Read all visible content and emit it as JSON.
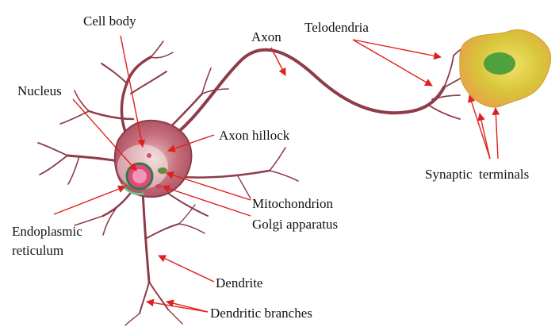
{
  "diagram": {
    "labels": {
      "cell_body": "Cell body",
      "axon": "Axon",
      "telodendria": "Telodendria",
      "nucleus": "Nucleus",
      "axon_hillock": "Axon hillock",
      "synaptic_terminals": "Synaptic  terminals",
      "mitochondrion": "Mitochondrion",
      "golgi_apparatus": "Golgi apparatus",
      "endoplasmic_line1": "Endoplasmic",
      "endoplasmic_line2": "reticulum",
      "dendrite": "Dendrite",
      "dendritic_branches": "Dendritic branches"
    },
    "colors": {
      "leader_line": "#e0201c",
      "neuron_membrane": "#8e3b4a",
      "cell_body_fill": "#c8707c",
      "nucleus_fill": "#e04a78",
      "green_tint": "#6fc08a",
      "target_cell": "#d8c43a",
      "target_nucleus": "#3f9a3a"
    }
  }
}
